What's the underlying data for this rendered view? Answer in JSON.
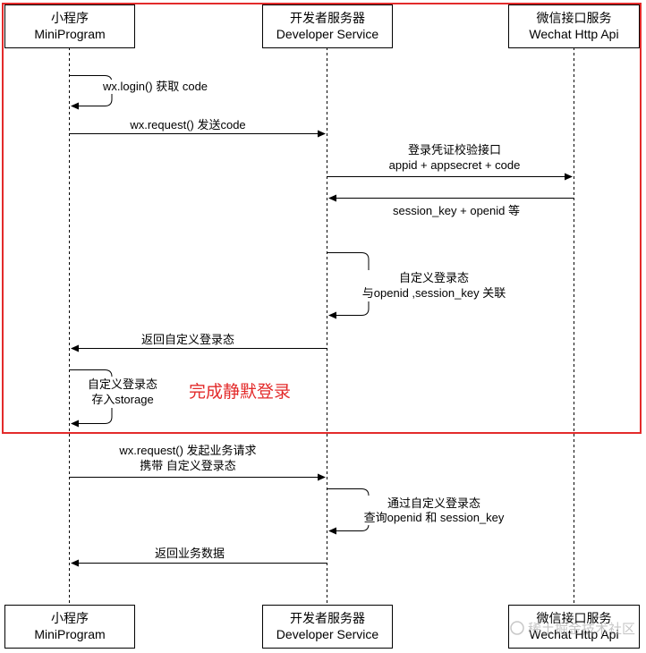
{
  "participants": [
    {
      "name_cn": "小程序",
      "name_en": "MiniProgram"
    },
    {
      "name_cn": "开发者服务器",
      "name_en": "Developer Service"
    },
    {
      "name_cn": "微信接口服务",
      "name_en": "Wechat Http Api"
    }
  ],
  "messages": [
    {
      "lines": [
        "wx.login() 获取 code"
      ]
    },
    {
      "lines": [
        "wx.request() 发送code"
      ]
    },
    {
      "lines": [
        "登录凭证校验接口",
        "appid + appsecret + code"
      ]
    },
    {
      "lines": [
        "session_key + openid 等"
      ]
    },
    {
      "lines": [
        "自定义登录态",
        "与openid ,session_key 关联"
      ]
    },
    {
      "lines": [
        "返回自定义登录态"
      ]
    },
    {
      "lines": [
        "自定义登录态",
        "存入storage"
      ]
    },
    {
      "lines": [
        "wx.request() 发起业务请求",
        "携带 自定义登录态"
      ]
    },
    {
      "lines": [
        "通过自定义登录态",
        "查询openid 和 session_key"
      ]
    },
    {
      "lines": [
        "返回业务数据"
      ]
    }
  ],
  "highlight_label": "完成静默登录",
  "highlight_color": "#e32b2b",
  "watermark": "稀土掘金技术社区"
}
